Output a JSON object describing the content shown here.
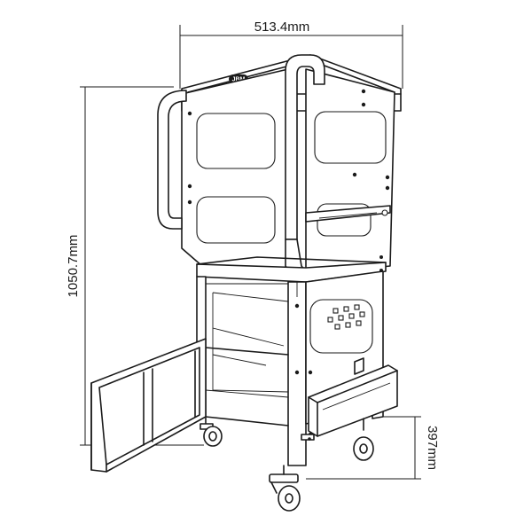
{
  "dimensions": {
    "width": "513.4mm",
    "height": "1050.7mm",
    "shelf_height": "397mm"
  },
  "logo": {
    "text": "JBM"
  },
  "colors": {
    "line": "#1a1a1a",
    "background": "#ffffff"
  }
}
